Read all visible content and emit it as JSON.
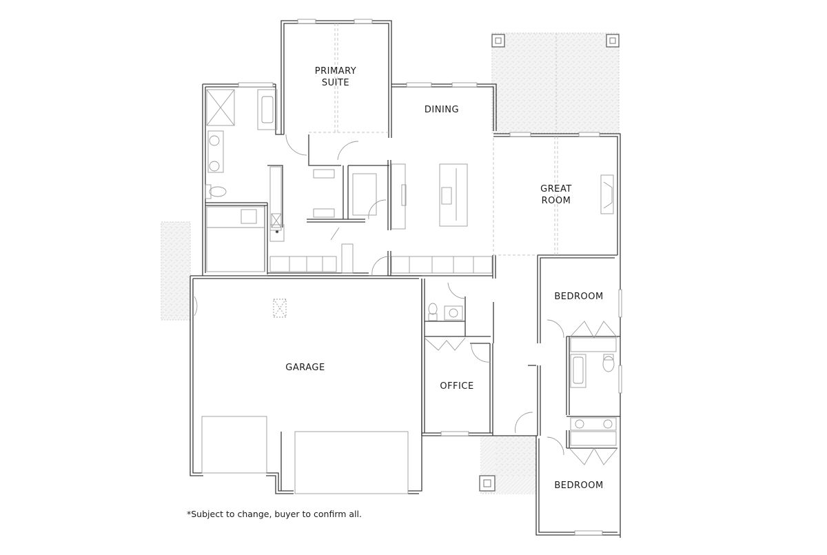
{
  "floor_plan": {
    "colors": {
      "wall": "#3a3a3a",
      "fixture": "#9a9a9a",
      "dashed": "#bdbdbd",
      "patio_fill": "#ececec",
      "background": "#ffffff"
    },
    "rooms": [
      {
        "id": "primary-suite",
        "label": "PRIMARY\nSUITE"
      },
      {
        "id": "dining",
        "label": "DINING"
      },
      {
        "id": "great-room",
        "label": "GREAT\nROOM"
      },
      {
        "id": "bedroom-1",
        "label": "BEDROOM"
      },
      {
        "id": "garage",
        "label": "GARAGE"
      },
      {
        "id": "office",
        "label": "OFFICE"
      },
      {
        "id": "bedroom-2",
        "label": "BEDROOM"
      }
    ],
    "disclaimer": "*Subject to change, buyer to confirm all."
  }
}
